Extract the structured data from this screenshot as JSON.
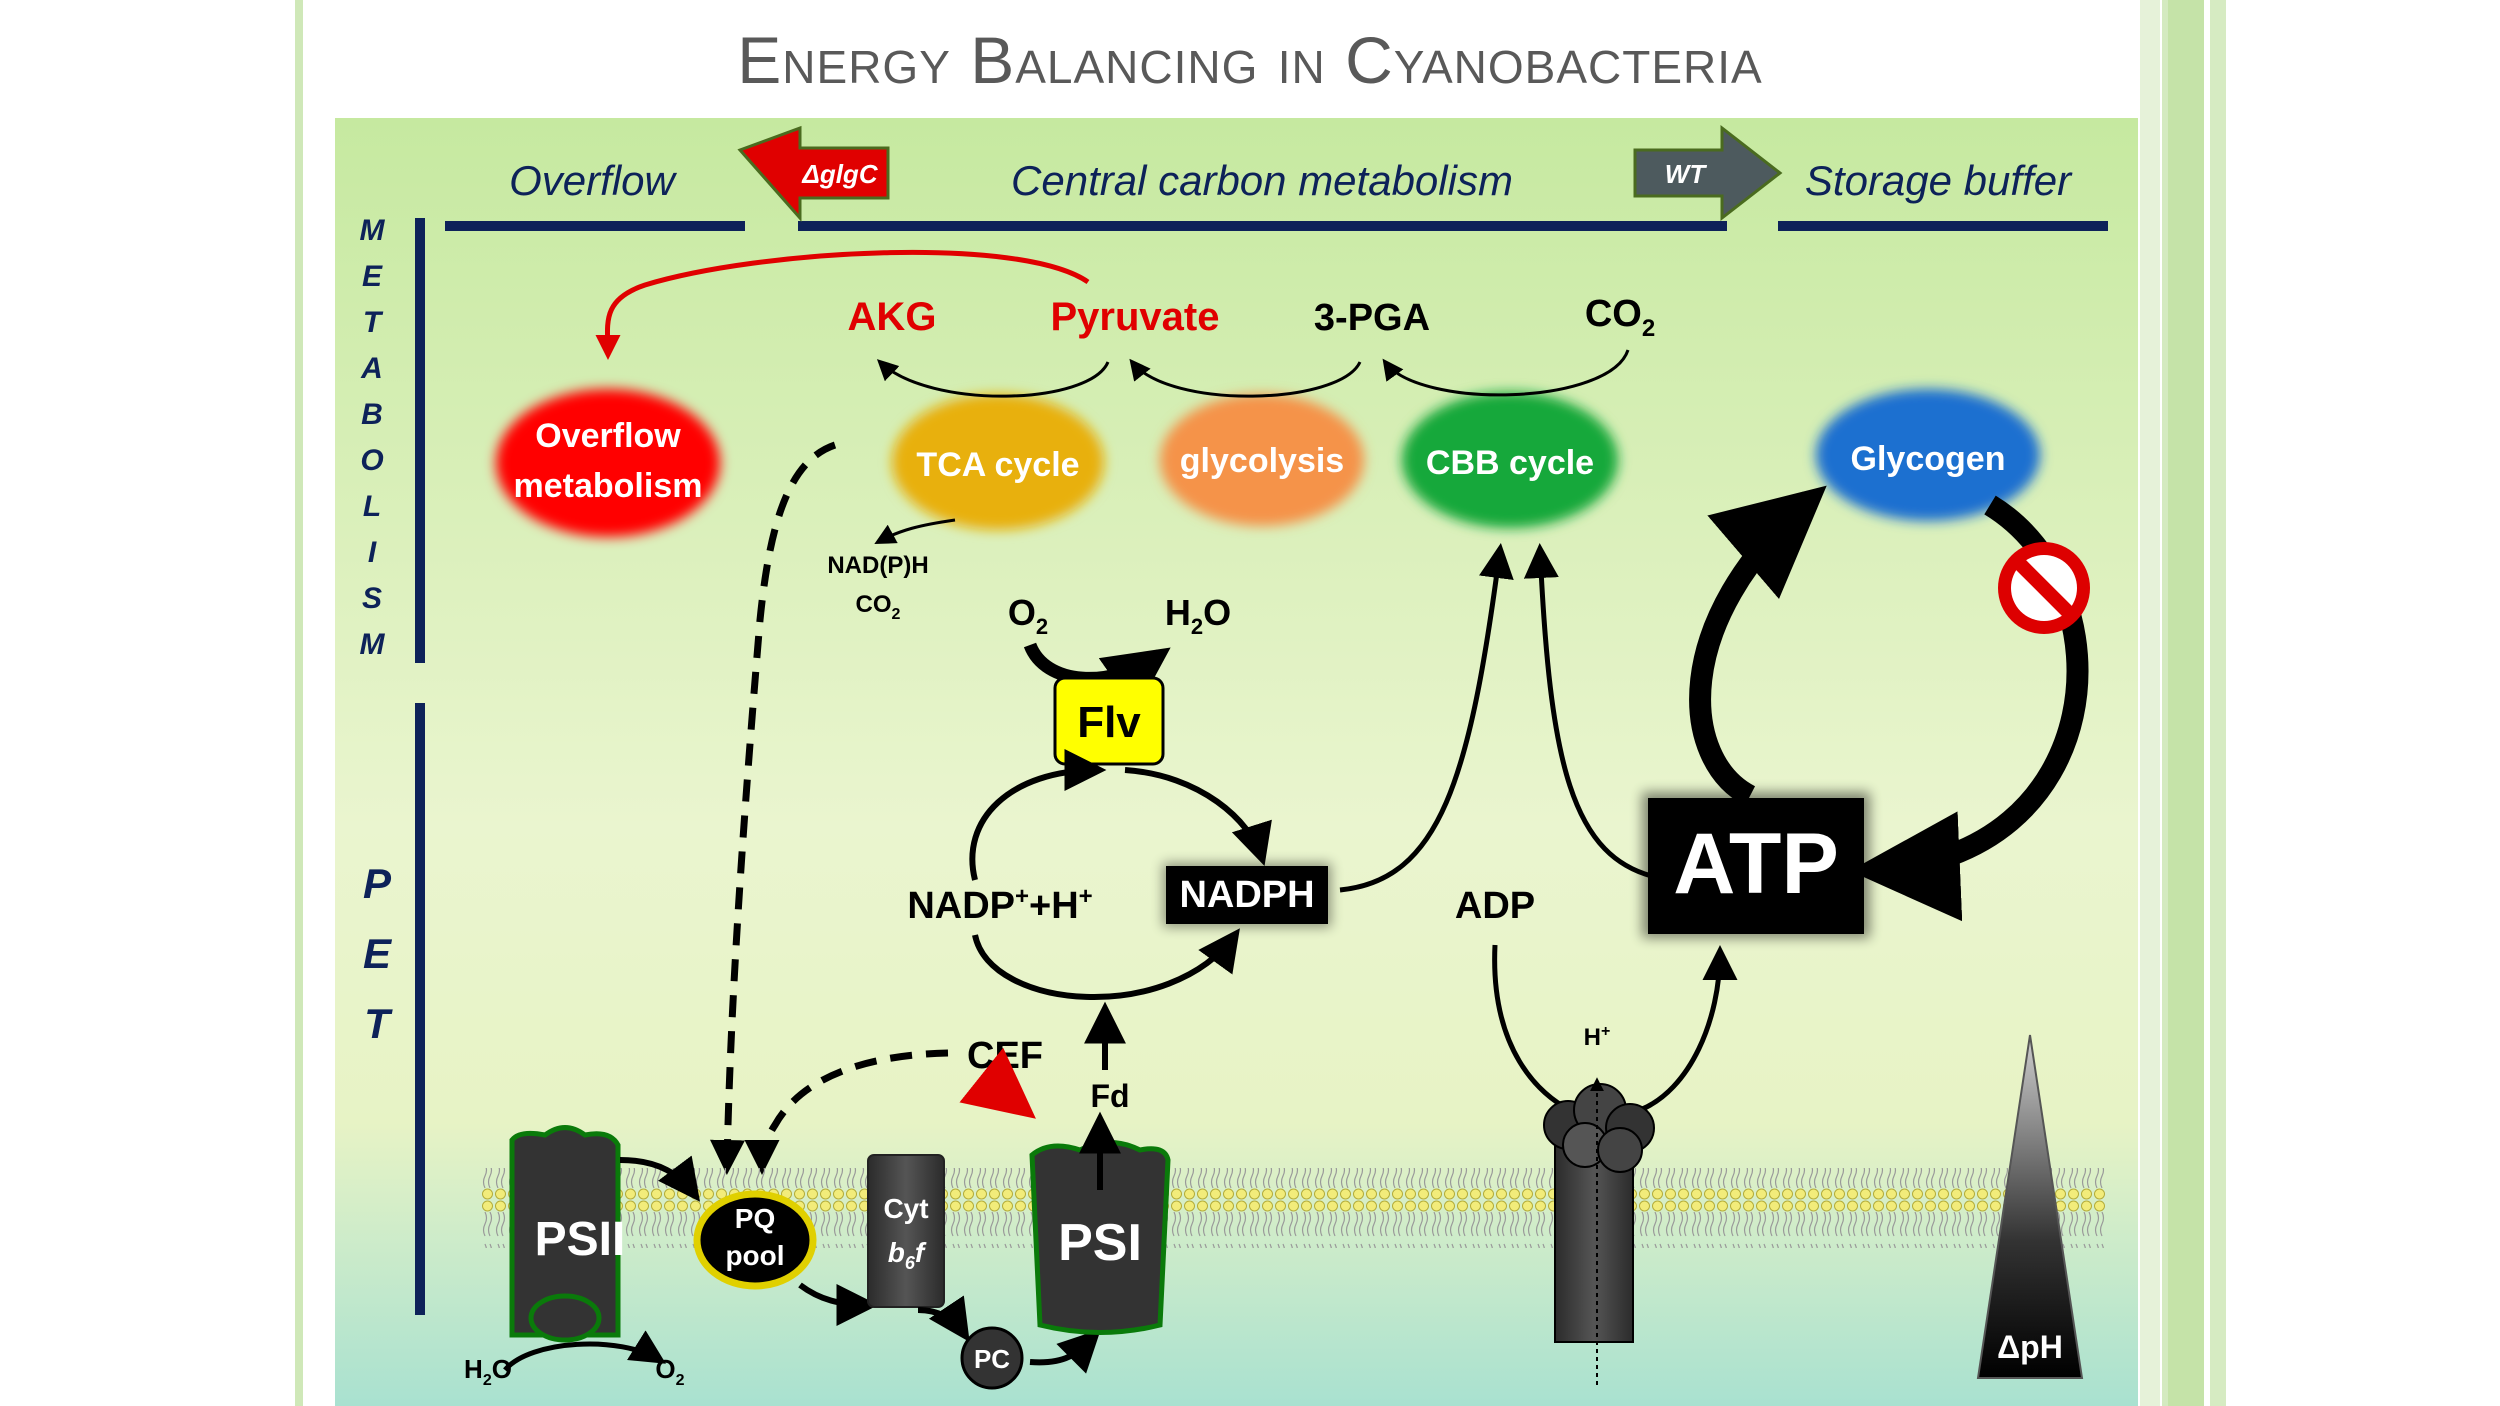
{
  "title": "Energy Balancing in Cyanobacteria",
  "header": {
    "overflow": "Overflow",
    "central": "Central carbon metabolism",
    "storage": "Storage buffer",
    "mutant_arrow": "ΔglgC",
    "wt_arrow": "WT"
  },
  "side_labels": {
    "metabolism": [
      "M",
      "E",
      "T",
      "A",
      "B",
      "O",
      "L",
      "I",
      "S",
      "M"
    ],
    "pet": [
      "P",
      "E",
      "T"
    ]
  },
  "metabolites": {
    "akg": "AKG",
    "pyruvate": "Pyruvate",
    "pga": "3-PGA",
    "co2_main": "CO",
    "co2_sub": "2",
    "nadph_small": "NAD(P)H",
    "co2_small": "CO",
    "co2_small_sub": "2",
    "o2": "O",
    "o2_sub": "2",
    "h2o": "H",
    "h2o_sub": "2",
    "h2o_o": "O",
    "nadp": "NADP",
    "nadp_sup": "+",
    "nadp_h": "+H",
    "nadp_h_sup": "+",
    "nadph": "NADPH",
    "adp": "ADP",
    "atp": "ATP",
    "cef": "CEF",
    "fd": "Fd",
    "h_plus": "H",
    "h_plus_sup": "+",
    "dph": "ΔpH",
    "h2o_bottom": "H",
    "h2o_bottom_sub": "2",
    "h2o_bottom_o": "O",
    "o2_bottom": "O",
    "o2_bottom_sub": "2"
  },
  "blobs": {
    "overflow_line1": "Overflow",
    "overflow_line2": "metabolism",
    "tca": "TCA cycle",
    "glycolysis": "glycolysis",
    "cbb": "CBB cycle",
    "glycogen": "Glycogen"
  },
  "complexes": {
    "flv": "Flv",
    "psii": "PSII",
    "pq_line1": "PQ",
    "pq_line2": "pool",
    "cyt_line1": "Cyt",
    "cyt_line2_b": "b",
    "cyt_line2_sub": "6",
    "cyt_line2_f": "f",
    "psi": "PSI",
    "pc": "PC"
  },
  "colors": {
    "red": "#e00000",
    "navy": "#0d2259",
    "overflow_blob": "#ff0000",
    "tca_blob": "#e8b00a",
    "glycolysis_blob": "#f5934a",
    "cbb_blob": "#12a83a",
    "glycogen_blob": "#1a6fd0",
    "flv_box": "#ffff00"
  }
}
